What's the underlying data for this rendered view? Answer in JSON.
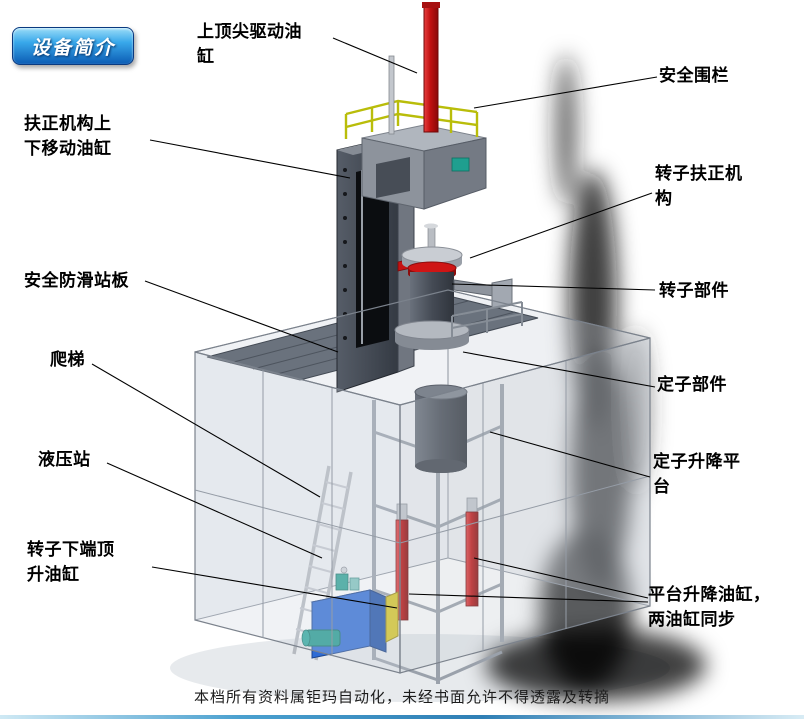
{
  "badge": {
    "label": "设备简介"
  },
  "labels": [
    {
      "id": "top-tip-drive-cylinder",
      "text": "上顶尖驱动油\n缸"
    },
    {
      "id": "safety-fence",
      "text": "安全围栏"
    },
    {
      "id": "centering-updown-cylinder",
      "text": "扶正机构上\n下移动油缸"
    },
    {
      "id": "rotor-centering-mechanism",
      "text": "转子扶正机\n构"
    },
    {
      "id": "anti-slip-deck",
      "text": "安全防滑站板"
    },
    {
      "id": "rotor-part",
      "text": "转子部件"
    },
    {
      "id": "ladder",
      "text": "爬梯"
    },
    {
      "id": "stator-part",
      "text": "定子部件"
    },
    {
      "id": "hydraulic-station",
      "text": "液压站"
    },
    {
      "id": "stator-lift-platform",
      "text": "定子升降平\n台"
    },
    {
      "id": "rotor-bottom-jack-cylinder",
      "text": "转子下端顶\n升油缸"
    },
    {
      "id": "platform-lift-cylinders",
      "text": "平台升降油缸，\n两油缸同步"
    }
  ],
  "footer": {
    "disclaimer": "本档所有资料属钜玛自动化，未经书面允许不得透露及转摘"
  },
  "colors": {
    "badge_blue": "#1d7fd0",
    "cylinder_red": "#c01010",
    "railing_yellow": "#b9bd0a",
    "hydraulic_blue": "#2e6cd6",
    "machine_gray": "#8d939c"
  }
}
